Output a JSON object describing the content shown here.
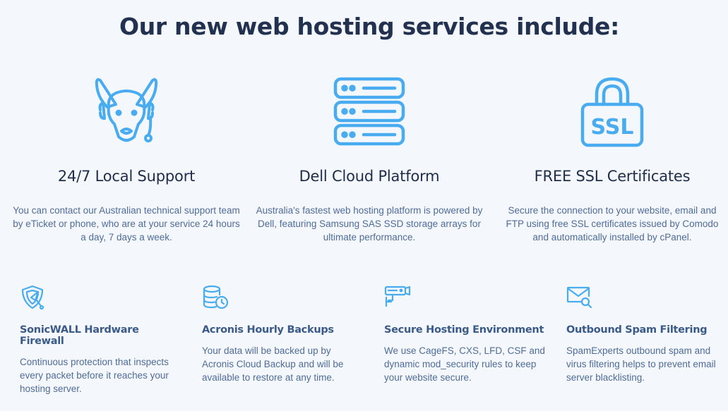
{
  "heading": "Our new web hosting services include:",
  "colors": {
    "accent": "#4aacf0",
    "heading": "#223150",
    "text": "#4f6b9a",
    "background": "#f4f8fc"
  },
  "main_features": [
    {
      "icon": "kangaroo-headset-icon",
      "title": "24/7 Local Support",
      "description": "You can contact our Australian technical support team by eTicket or phone, who are at your service 24 hours a day, 7 days a week."
    },
    {
      "icon": "server-rack-icon",
      "title": "Dell Cloud Platform",
      "description": "Australia's fastest web hosting platform is powered by Dell, featuring Samsung SAS SSD storage arrays for ultimate performance."
    },
    {
      "icon": "ssl-padlock-icon",
      "title": "FREE SSL Certificates",
      "description": "Secure the connection to your website, email and FTP using free SSL certificates issued by Comodo and automatically installed by cPanel.",
      "icon_text": "SSL"
    }
  ],
  "extra_features": [
    {
      "icon": "shield-firewall-icon",
      "title": "SonicWALL Hardware Firewall",
      "description": "Continuous protection that inspects every packet before it reaches your hosting server."
    },
    {
      "icon": "database-clock-icon",
      "title": "Acronis Hourly Backups",
      "description": "Your data will be backed up by Acronis Cloud Backup and will be available to restore at any time."
    },
    {
      "icon": "security-camera-icon",
      "title": "Secure Hosting Environment",
      "description": "We use CageFS, CXS, LFD, CSF and dynamic mod_security rules to keep your website secure."
    },
    {
      "icon": "envelope-search-icon",
      "title": "Outbound Spam Filtering",
      "description": "SpamExperts outbound spam and virus filtering helps to prevent email server blacklisting."
    }
  ]
}
